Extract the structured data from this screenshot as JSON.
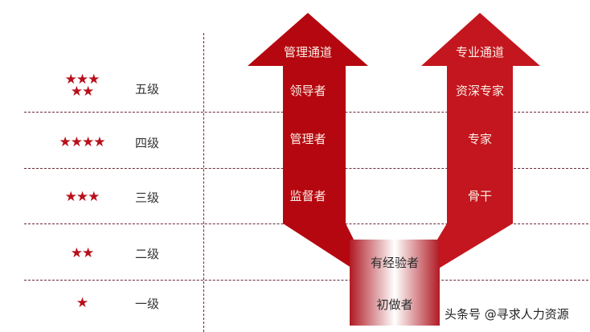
{
  "diagram": {
    "type": "dual-career-path",
    "colors": {
      "arrow_left": "#b5070f",
      "arrow_right": "#c4161e",
      "center_box_edge": "#b01a24",
      "center_box_mid": "#ffffff",
      "stars": "#b8101a",
      "divider": "#6b2a33",
      "arrow_text": "#fbeee6"
    },
    "levels": [
      {
        "label": "五级",
        "stars": 5,
        "star_lines": [
          "★★★",
          "★★"
        ]
      },
      {
        "label": "四级",
        "stars": 4,
        "star_lines": [
          "★★★★"
        ]
      },
      {
        "label": "三级",
        "stars": 3,
        "star_lines": [
          "★★★"
        ]
      },
      {
        "label": "二级",
        "stars": 2,
        "star_lines": [
          "★★"
        ]
      },
      {
        "label": "一级",
        "stars": 1,
        "star_lines": [
          "★"
        ]
      }
    ],
    "management_track": {
      "title": "管理通道",
      "roles": [
        "领导者",
        "管理者",
        "监督者"
      ]
    },
    "professional_track": {
      "title": "专业通道",
      "roles": [
        "资深专家",
        "专家",
        "骨干"
      ]
    },
    "shared_base": {
      "roles": [
        "有经验者",
        "初做者"
      ]
    },
    "watermark": "头条号 @寻求人力资源"
  }
}
